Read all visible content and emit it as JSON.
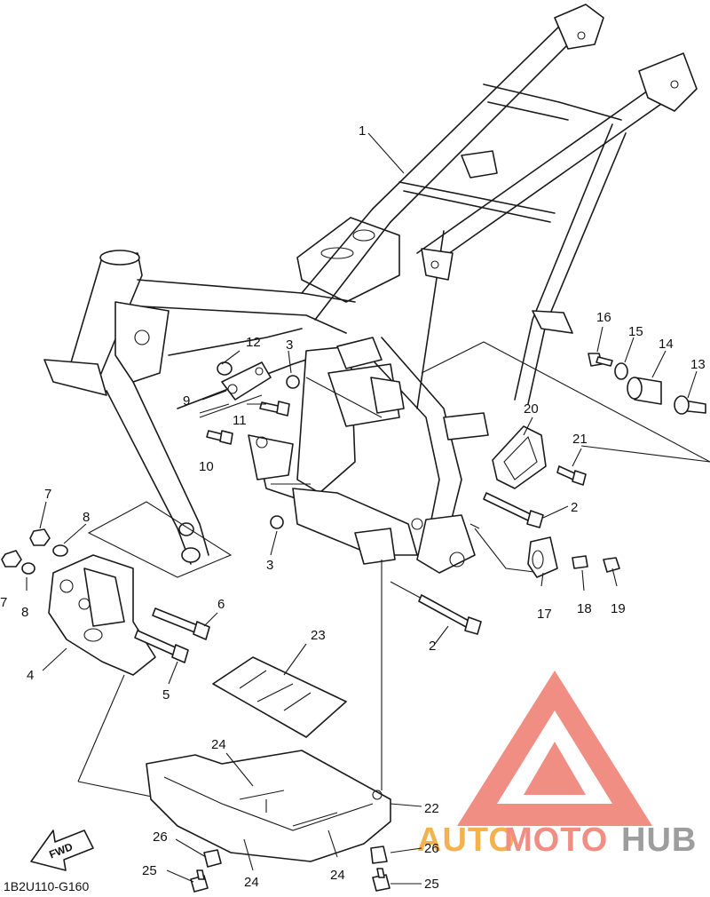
{
  "diagram_code": "1B2U110-G160",
  "fwd_label": "FWD",
  "watermark": {
    "word1": "AUTO",
    "word2": "MOTO",
    "word3": "HUB",
    "color_orange": "#f3a531",
    "color_red": "#ef7b6e",
    "color_grey": "#8c8c8c"
  },
  "callouts": [
    "1",
    "2",
    "2",
    "3",
    "3",
    "4",
    "5",
    "6",
    "7",
    "7",
    "8",
    "8",
    "9",
    "10",
    "11",
    "12",
    "13",
    "14",
    "15",
    "16",
    "17",
    "18",
    "19",
    "20",
    "21",
    "22",
    "23",
    "24",
    "24",
    "24",
    "25",
    "25",
    "26",
    "26"
  ]
}
